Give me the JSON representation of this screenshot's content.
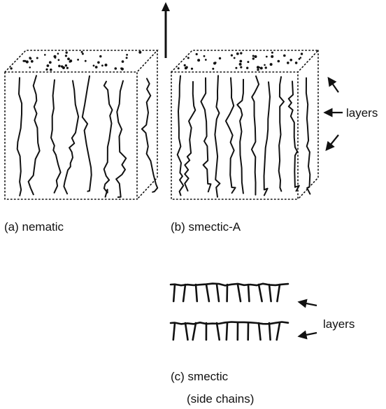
{
  "figure": {
    "panels": [
      {
        "id": "a",
        "caption": "(a) nematic"
      },
      {
        "id": "b",
        "caption": "(b) smectic-A"
      },
      {
        "id": "c",
        "caption_line1": "(c) smectic",
        "caption_line2": "(side chains)"
      }
    ],
    "layer_labels": [
      "layers",
      "layers"
    ],
    "icons": [
      "director-arrow-icon",
      "layer-arrow-icon"
    ],
    "colors": {
      "ink": "#111111",
      "background": "#ffffff"
    }
  }
}
